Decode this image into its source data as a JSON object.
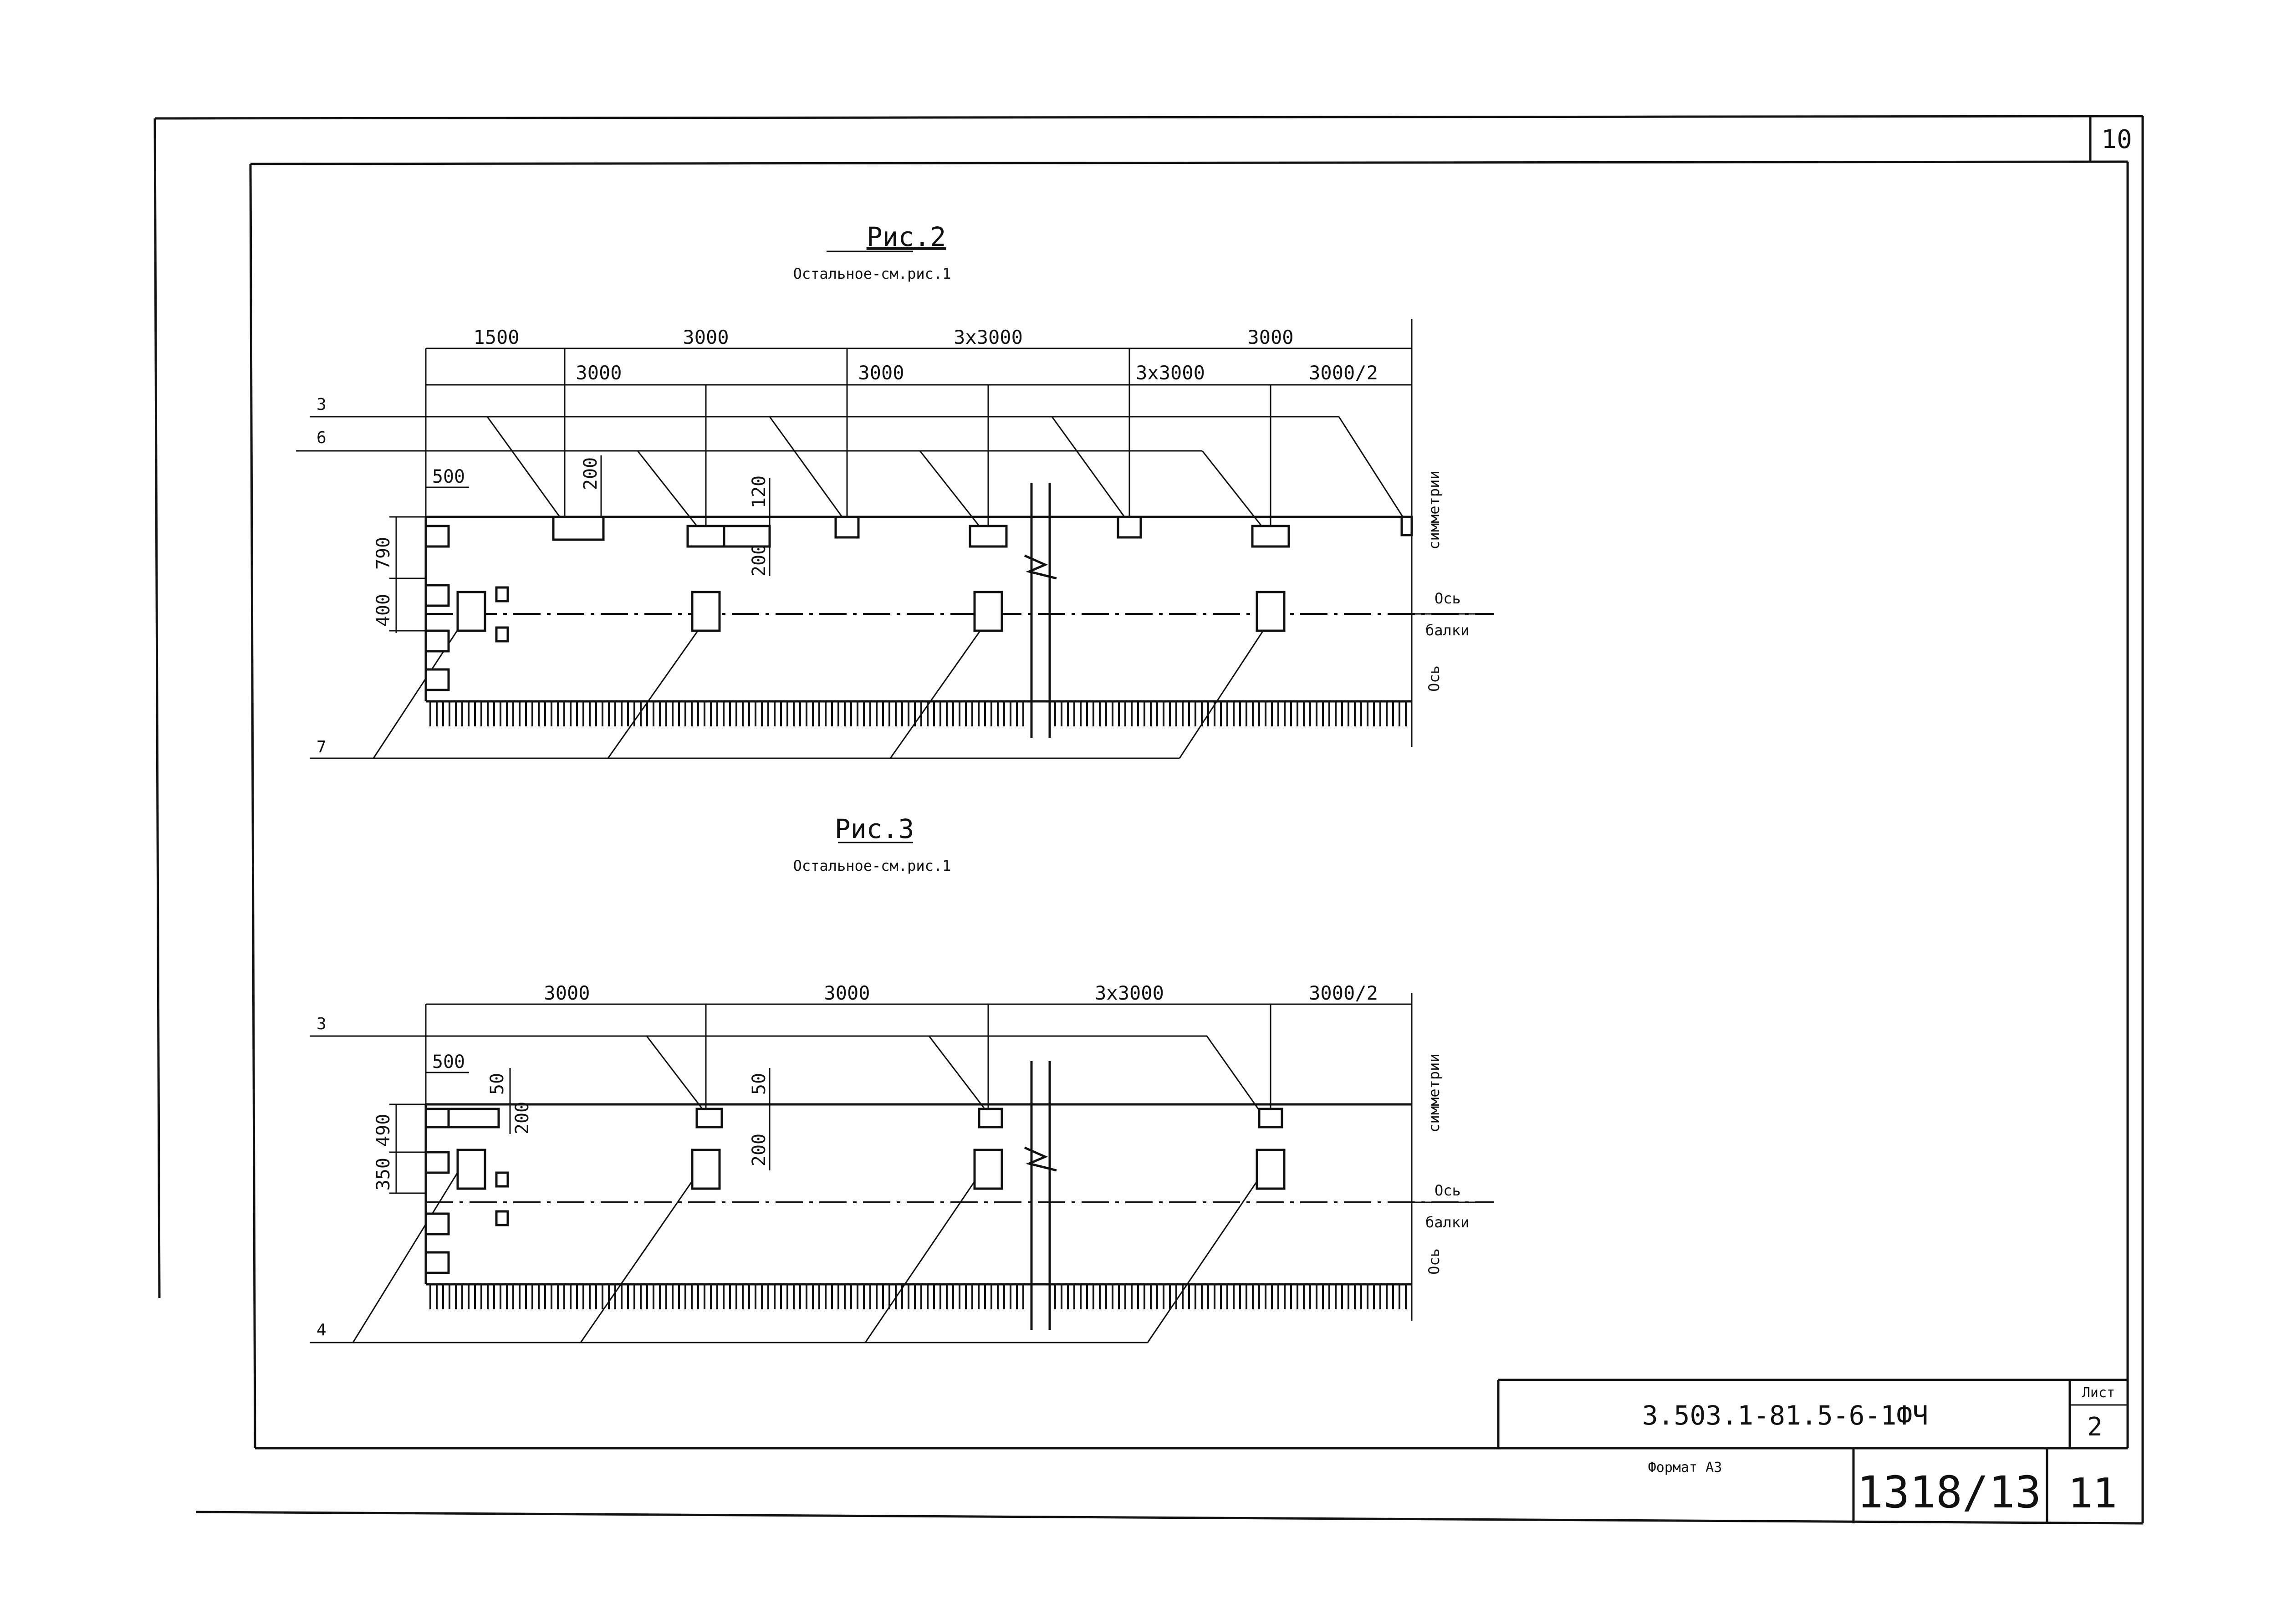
{
  "sheet": {
    "corner_number": "10",
    "format_label": "Формат А3",
    "inventory_number": "1318/13",
    "page_number": "11"
  },
  "title_block": {
    "document_code": "3.503.1-81.5-6-1ФЧ",
    "sheet_label": "Лист",
    "sheet_number": "2"
  },
  "figure2": {
    "title": "Рис.2",
    "note": "Остальное-см.рис.1",
    "dims_top": [
      "1500",
      "3000",
      "3x3000",
      "3000"
    ],
    "dims_second": [
      "3000",
      "3000",
      "3x3000",
      "3000/2"
    ],
    "dim_500": "500",
    "dim_200a": "200",
    "dim_120": "120",
    "dim_200b": "200",
    "dim_790": "790",
    "dim_400": "400",
    "callouts": [
      "3",
      "6",
      "7"
    ],
    "symmetry_label": "симметрии",
    "axis_label_1": "Ось",
    "axis_label_2": "балки",
    "axis_label_3": "Ось"
  },
  "figure3": {
    "title": "Рис.3",
    "note": "Остальное-см.рис.1",
    "dims_top": [
      "3000",
      "3000",
      "3x3000",
      "3000/2"
    ],
    "dim_500": "500",
    "dim_50a": "50",
    "dim_200a": "200",
    "dim_50b": "50",
    "dim_200b": "200",
    "dim_350_490": "350 490",
    "callouts": [
      "3",
      "4"
    ],
    "symmetry_label": "симметрии",
    "axis_label_1": "Ось",
    "axis_label_2": "балки",
    "axis_label_3": "Ось"
  }
}
